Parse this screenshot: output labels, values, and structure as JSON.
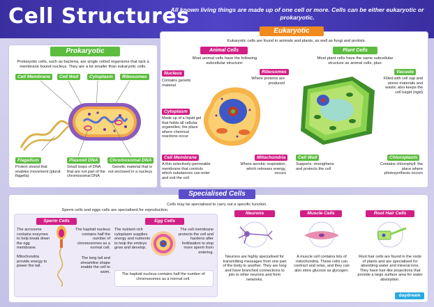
{
  "header": {
    "title": "Cell Structures",
    "intro": "All known living things are made up of one cell or more. Cells can be either eukaryotic or prokaryotic."
  },
  "prokaryotic": {
    "heading": "Prokaryotic",
    "description": "Prokaryotic cells, such as bacteria, are single celled organisms that lack a membrane bound nucleus. They are a lot smaller than eukaryotic cells.",
    "labels": {
      "cell_membrane": "Cell Membrane",
      "cell_wall": "Cell Wall",
      "cytoplasm": "Cytoplasm",
      "ribosomes": "Ribosomes",
      "flagellum": "Flagellum",
      "plasmid_dna": "Plasmid DNA",
      "chromosomal_dna": "Chromosomal DNA"
    },
    "texts": {
      "flagellum": "Protein strand that enables movement (plural: flagella)",
      "plasmid_dna": "Small loops of DNA that are not part of the chromosomal DNA",
      "chromosomal_dna": "Genetic material that is not enclosed in a nucleus"
    }
  },
  "eukaryotic": {
    "heading": "Eukaryotic",
    "description": "Eukaryotic cells are found in animals and plants, as well as fungi and protists.",
    "animal": {
      "heading": "Animal Cells",
      "description": "Most animal cells have the following subcellular structure:",
      "labels": {
        "nucleus": "Nucleus",
        "ribosomes": "Ribosomes",
        "cytoplasm": "Cytoplasm",
        "cell_membrane": "Cell Membrane",
        "mitochondria": "Mitochondria"
      },
      "texts": {
        "nucleus": "Contains genetic material",
        "ribosomes": "Where proteins are produced",
        "cytoplasm": "Made up of a liquid gel that holds all cellular organelles; the place where chemical reactions occur",
        "cell_membrane": "A thin selectively-permeable membrane that controls which substances can enter and exit the cell",
        "mitochondria": "Where aerobic respiration, which releases energy, occurs"
      }
    },
    "plant": {
      "heading": "Plant Cells",
      "description": "Most plant cells have the same subcellular structure as animal cells, plus:",
      "labels": {
        "vacuole": "Vacuole",
        "cell_wall": "Cell Wall",
        "chloroplasts": "Chloroplasts"
      },
      "texts": {
        "vacuole": "Filled with cell sap and stores materials and waste; also keeps the cell turgid (rigid)",
        "cell_wall": "Supports, strengthens and protects the cell",
        "chloroplasts": "Contains chlorophyll; the place where photosynthesis occurs"
      }
    }
  },
  "specialised": {
    "heading": "Specialised Cells",
    "description": "Cells may be specialised to carry out a specific function.",
    "sperm_egg_intro": "Sperm cells and eggs cells are specialised for reproduction.",
    "sperm": {
      "heading": "Sperm Cells",
      "acrosome": "The acrosome contains enzymes to help break down the egg membrane.",
      "mitochondria": "Mitochondria provide energy to power the tail.",
      "haploid": "The haploid nucleus contains half the number of chromosomes as a normal cell.",
      "tail": "The long tail and streamline shape enable the cell to swim."
    },
    "egg": {
      "heading": "Egg Cells",
      "cytoplasm": "The nutrient-rich cytoplasm supplies energy and nutrients to help the embryo grow and develop.",
      "membrane": "The cell membrane protects the cell and hardens after fertilisation to stop more sperm from entering.",
      "haploid": "The haploid nucleus contains half the number of chromosomes as a normal cell."
    },
    "neurons": {
      "heading": "Neurons",
      "text": "Neurons are highly specialised for transmitting messages from one part of the body to another. They are long and have branched connections to join to other neurons and form networks."
    },
    "muscle": {
      "heading": "Muscle Cells",
      "text": "A muscle cell contains lots of mitochondria. These cells can contract and relax, and they can also store glucose as glycogen."
    },
    "root_hair": {
      "heading": "Root Hair Cells",
      "text": "Root hair cells are found in the roots of plants and are specialised for absorbing water and mineral ions. They have hair-like projections that provide a large surface area for water absorption."
    }
  },
  "footer": {
    "logo": "daydream"
  },
  "colors": {
    "header": "#3a2fa0",
    "orange": "#f08a1e",
    "green": "#5cbc3f",
    "pink": "#d21f86",
    "blue": "#2aa9e0",
    "purple": "#5a4fc8"
  }
}
